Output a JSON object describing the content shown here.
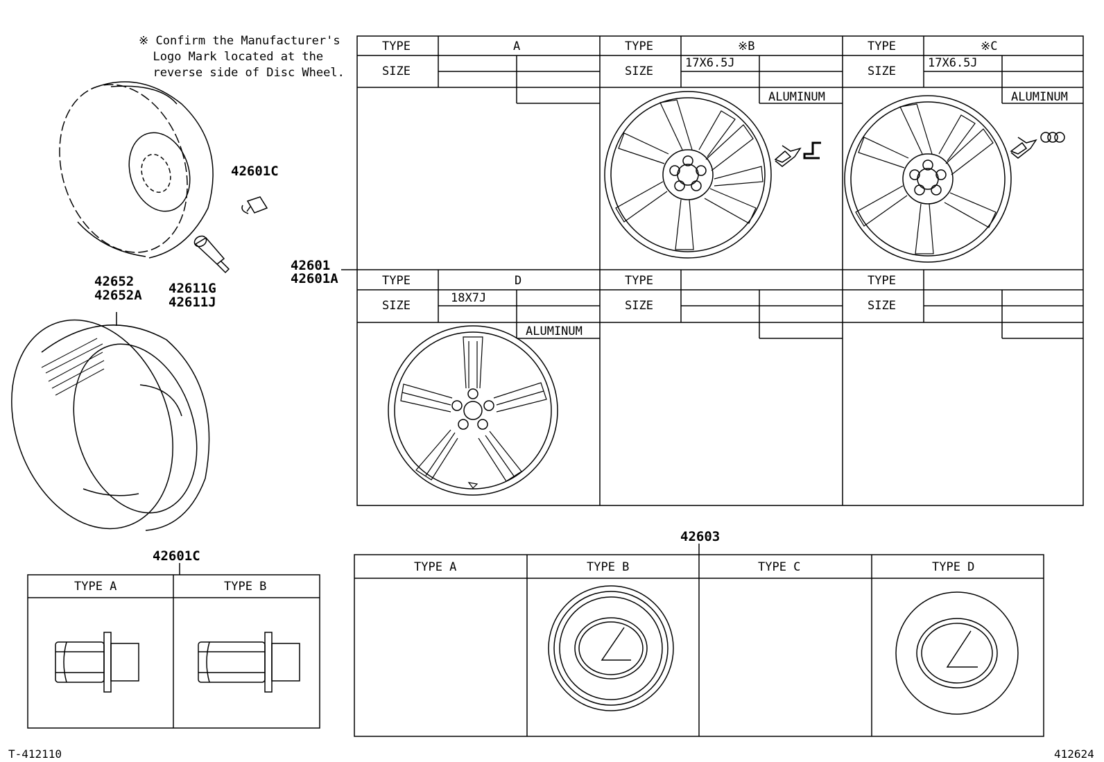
{
  "note": {
    "symbol": "※",
    "lines": [
      "Confirm the Manufacturer's",
      "Logo Mark located at the",
      "reverse side of Disc Wheel."
    ]
  },
  "parts": {
    "p42601C_top": "42601C",
    "p42652": "42652",
    "p42652A": "42652A",
    "p42611G": "42611G",
    "p42611J": "42611J",
    "p42601": "42601",
    "p42601A": "42601A",
    "p42601C_bottom": "42601C",
    "p42603": "42603"
  },
  "wheel_table": {
    "type_label": "TYPE",
    "size_label": "SIZE",
    "cells": [
      {
        "type": "A",
        "size": "",
        "material": ""
      },
      {
        "type": "※B",
        "size": "17X6.5J",
        "material": "ALUMINUM"
      },
      {
        "type": "※C",
        "size": "17X6.5J",
        "material": "ALUMINUM"
      },
      {
        "type": "D",
        "size": "18X7J",
        "material": "ALUMINUM"
      },
      {
        "type": "",
        "size": "",
        "material": ""
      },
      {
        "type": "",
        "size": "",
        "material": ""
      }
    ]
  },
  "nut_table": {
    "headers": [
      "TYPE A",
      "TYPE B"
    ]
  },
  "cap_table": {
    "headers": [
      "TYPE A",
      "TYPE B",
      "TYPE C",
      "TYPE D"
    ]
  },
  "footer": {
    "left": "T-412110",
    "right": "412624"
  }
}
